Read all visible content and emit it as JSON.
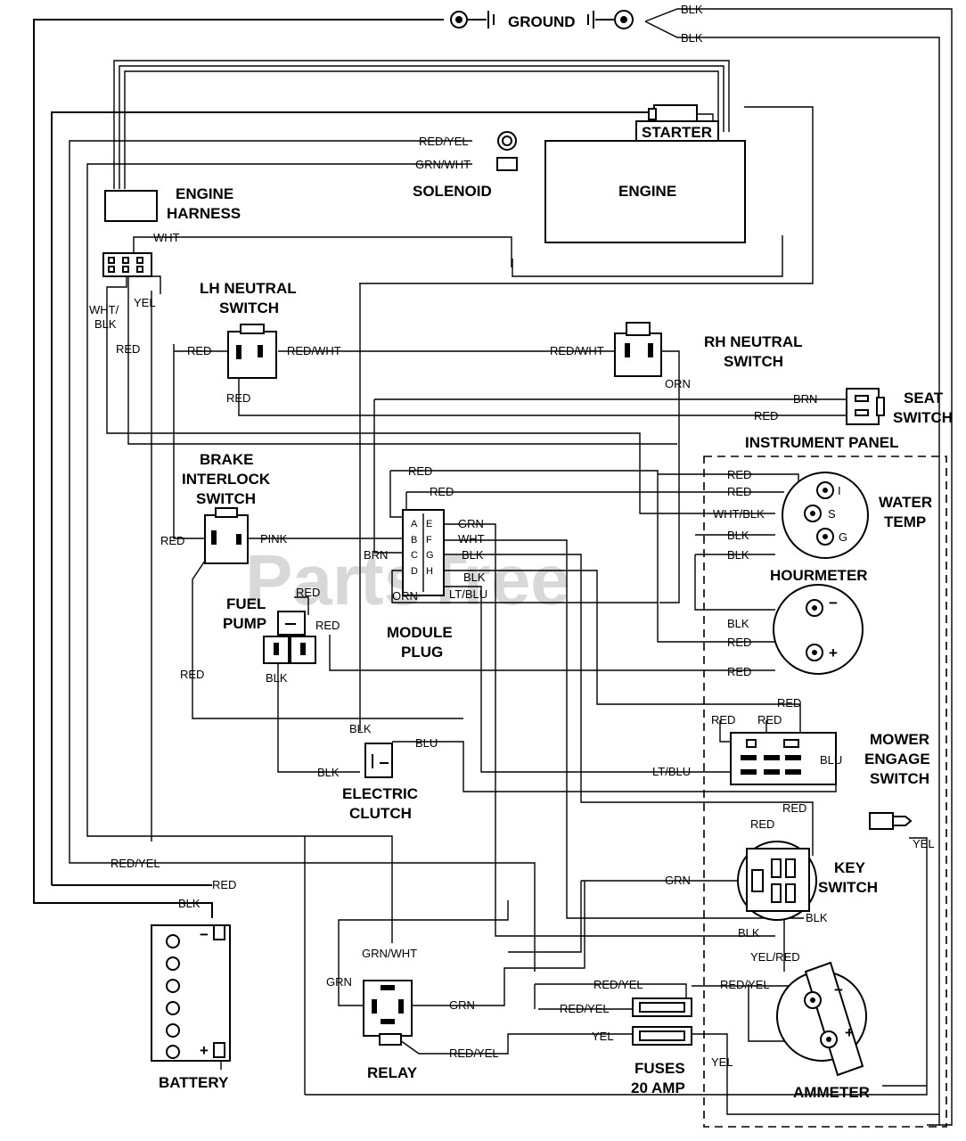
{
  "watermark": "PartsTree",
  "components": {
    "ground": "GROUND",
    "starter": "STARTER",
    "engine": "ENGINE",
    "solenoid": "SOLENOID",
    "engine_harness": [
      "ENGINE",
      "HARNESS"
    ],
    "lh_neutral_switch": [
      "LH NEUTRAL",
      "SWITCH"
    ],
    "rh_neutral_switch": [
      "RH NEUTRAL",
      "SWITCH"
    ],
    "seat_switch": [
      "SEAT",
      "SWITCH"
    ],
    "instrument_panel": "INSTRUMENT PANEL",
    "water_temp": [
      "WATER",
      "TEMP"
    ],
    "hourmeter": "HOURMETER",
    "brake_interlock_switch": [
      "BRAKE",
      "INTERLOCK",
      "SWITCH"
    ],
    "fuel_pump": [
      "FUEL",
      "PUMP"
    ],
    "module_plug": [
      "MODULE",
      "PLUG"
    ],
    "mower_engage_switch": [
      "MOWER",
      "ENGAGE",
      "SWITCH"
    ],
    "electric_clutch": [
      "ELECTRIC",
      "CLUTCH"
    ],
    "key_switch": [
      "KEY",
      "SWITCH"
    ],
    "battery": "BATTERY",
    "relay": "RELAY",
    "fuses": [
      "FUSES",
      "20 AMP"
    ],
    "ammeter": "AMMETER"
  },
  "terminal_labels": {
    "water_temp": [
      "I",
      "S",
      "G"
    ],
    "hourmeter": [
      "−",
      "+"
    ],
    "battery": [
      "−",
      "+"
    ],
    "ammeter": [
      "−",
      "+"
    ],
    "module_pins": [
      "A",
      "B",
      "C",
      "D",
      "E",
      "F",
      "G",
      "H"
    ]
  },
  "wire_labels": {
    "blk_gnd_1": "BLK",
    "blk_gnd_2": "BLK",
    "red_yel_solenoid": "RED/YEL",
    "grn_wht_solenoid": "GRN/WHT",
    "wht": "WHT",
    "yel": "YEL",
    "wht_blk": [
      "WHT/",
      "BLK"
    ],
    "red_harness": "RED",
    "red_lh": "RED",
    "red_wht_lh": "RED/WHT",
    "red_wht_rh": "RED/WHT",
    "red_lh_bottom": "RED",
    "orn_rh": "ORN",
    "brn_seat": "BRN",
    "red_seat": "RED",
    "red_mod_1": "RED",
    "red_mod_2": "RED",
    "red_wt_1": "RED",
    "red_wt_2": "RED",
    "wht_blk_wt": "WHT/BLK",
    "blk_wt_1": "BLK",
    "blk_wt_2": "BLK",
    "red_brake": "RED",
    "pink": "PINK",
    "grn_e": "GRN",
    "wht_f": "WHT",
    "blk_g": "BLK",
    "blk_g2": "BLK",
    "lt_blu_h": "LT/BLU",
    "brn_mod": "BRN",
    "orn_mod": "ORN",
    "red_fuel_1": "RED",
    "red_fuel_2": "RED",
    "blk_fuel": "BLK",
    "blk_hm": "BLK",
    "red_hm_1": "RED",
    "red_hm_2": "RED",
    "red_brake_down": "RED",
    "red_mes_1": "RED",
    "red_mes_2": "RED",
    "red_mes_3": "RED",
    "blu_mes": "BLU",
    "lt_blu_mes": "LT/BLU",
    "blk_clutch_top": "BLK",
    "blu_clutch": "BLU",
    "blk_clutch": "BLK",
    "red_ks_1": "RED",
    "red_ks_2": "RED",
    "yel_ks": "YEL",
    "red_yel_left": "RED/YEL",
    "red_batt": "RED",
    "grn_ks": "GRN",
    "blk_ks": "BLK",
    "blk_ks2": "BLK",
    "blk_batt": "BLK",
    "yel_red": "YEL/RED",
    "grn_wht_relay": "GRN/WHT",
    "grn_relay_left": "GRN",
    "grn_relay_right": "GRN",
    "red_yel_f1_top": "RED/YEL",
    "red_yel_f1_right": "RED/YEL",
    "red_yel_f1_left": "RED/YEL",
    "yel_f2": "YEL",
    "red_yel_relay": "RED/YEL",
    "yel_amm": "YEL"
  }
}
